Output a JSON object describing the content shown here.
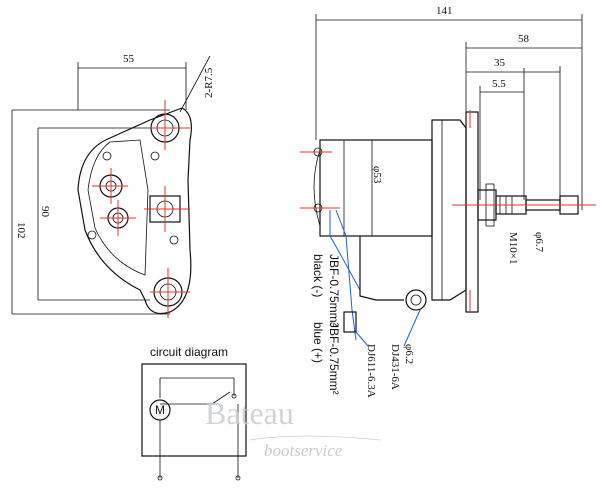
{
  "dimensions": {
    "front_width": "55",
    "front_radius": "2-R7.5",
    "front_height_outer": "102",
    "front_height_inner": "90",
    "side_total": "141",
    "side_58": "58",
    "side_35": "35",
    "side_5_5": "5.5",
    "body_diameter": "φ53",
    "shaft_diameter": "φ6.7",
    "thread": "M10×1"
  },
  "wires": {
    "black_spec": "JBF-0.75mm²",
    "black_label": "black (-)",
    "blue_spec": "JBF-0.75mm²",
    "blue_label": "blue (+)",
    "connector_blue": "DJ611-6.3A",
    "ring_diameter": "φ6.2",
    "ring_terminal": "DJ431-6A"
  },
  "circuit": {
    "title": "circuit diagram",
    "motor_label": "M"
  },
  "watermark": {
    "brand": "Bateau",
    "sub": "bootservice"
  },
  "colors": {
    "centerline": "#e8322b",
    "wire": "#1f5fd6"
  }
}
